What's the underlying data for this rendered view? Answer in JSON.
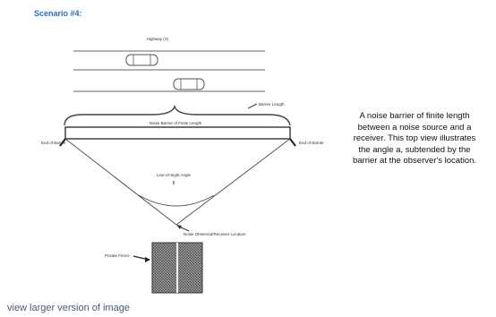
{
  "scenario_title": "Scenario #4:",
  "labels": {
    "highway": "Highway (X)",
    "barrier_length": "Barrier Length",
    "noise_barrier": "Noise Barrier of Finite Length",
    "end_left": "End of Barrier",
    "end_right": "End of Barrier",
    "angle_label": "Line-of-Sight Angle",
    "angle_symbol": "θ",
    "observer_location": "Noise Observed/Receiver Location",
    "private_fence": "Private Fence"
  },
  "caption": "A noise barrier of finite length between a noise source and a receiver. This top view illustrates the angle a, subtended by the barrier at the observer's location.",
  "view_link": "view larger version of image",
  "colors": {
    "title": "#2a6db8",
    "link": "#4a5a72"
  }
}
